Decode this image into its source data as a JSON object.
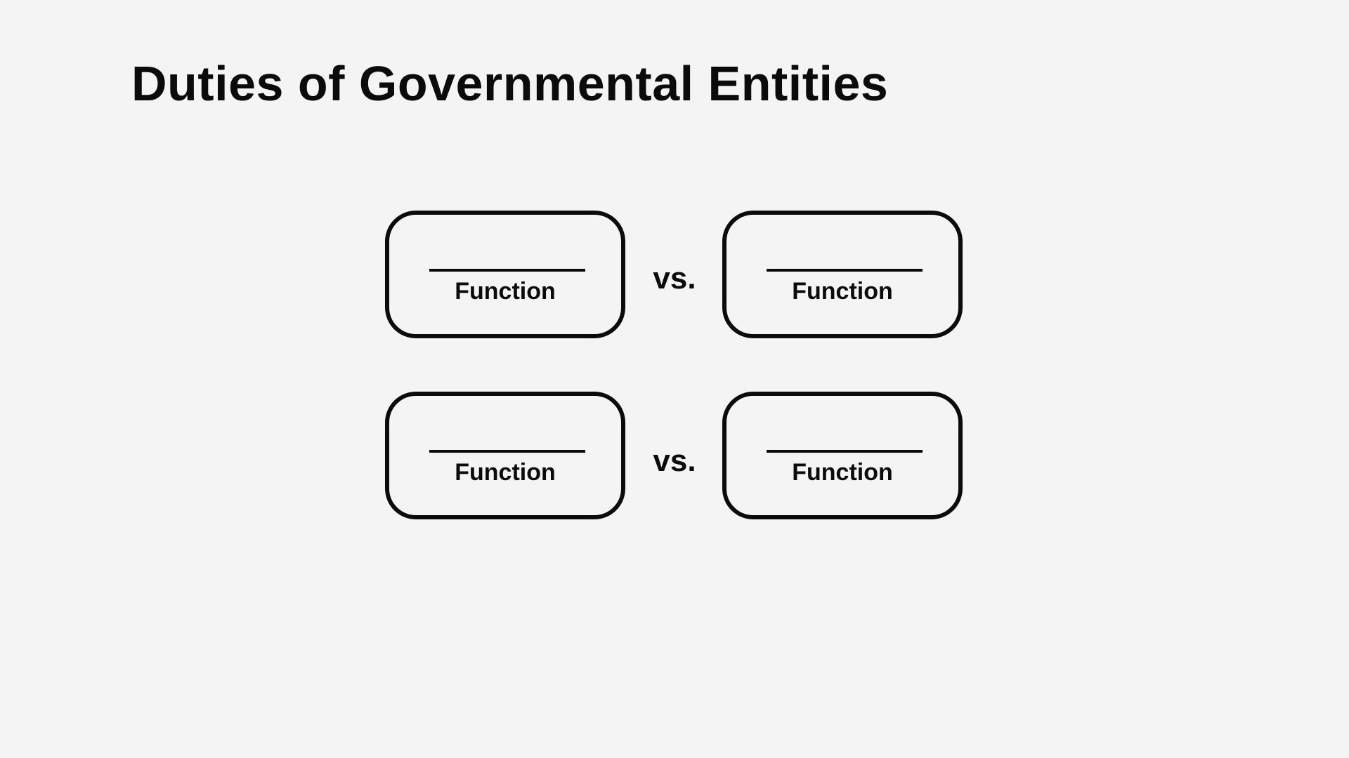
{
  "slide": {
    "title": "Duties of Governmental Entities",
    "background_color": "#f4f4f4",
    "ink_color": "#0b0b0b"
  },
  "comparisons": [
    {
      "left": {
        "blank": "",
        "label": "Function"
      },
      "separator": "vs.",
      "right": {
        "blank": "",
        "label": "Function"
      }
    },
    {
      "left": {
        "blank": "",
        "label": "Function"
      },
      "separator": "vs.",
      "right": {
        "blank": "",
        "label": "Function"
      }
    }
  ]
}
